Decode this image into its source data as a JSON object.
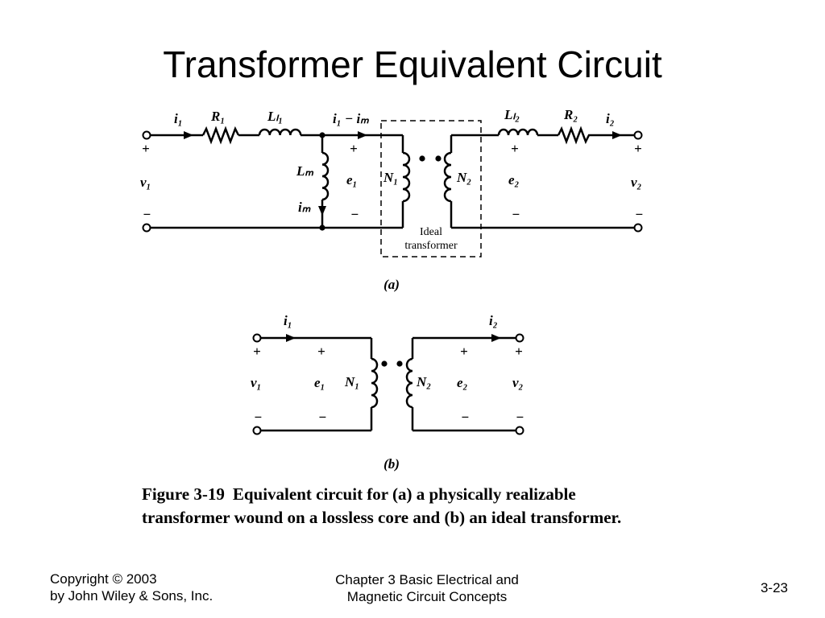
{
  "slide": {
    "title": "Transformer Equivalent Circuit"
  },
  "diagram_a": {
    "tag": "(a)",
    "labels": {
      "i1": "i₁",
      "R1": "R₁",
      "Ll1": "Lₗ₁",
      "i1_minus_im": "i₁ − iₘ",
      "Ll2": "Lₗ₂",
      "R2": "R₂",
      "i2": "i₂",
      "v1": "v₁",
      "v2": "v₂",
      "Lm": "Lₘ",
      "im": "iₘ",
      "e1": "e₁",
      "N1": "N₁",
      "N2": "N₂",
      "e2": "e₂",
      "plus": "+",
      "minus": "−",
      "ideal_line1": "Ideal",
      "ideal_line2": "transformer"
    }
  },
  "diagram_b": {
    "tag": "(b)",
    "labels": {
      "i1": "i₁",
      "i2": "i₂",
      "v1": "v₁",
      "e1": "e₁",
      "N1": "N₁",
      "N2": "N₂",
      "e2": "e₂",
      "v2": "v₂",
      "plus": "+",
      "minus": "−"
    }
  },
  "caption": {
    "figure_number": "Figure 3-19",
    "text": "Equivalent circuit for (a) a physically realizable transformer wound on a lossless core and (b) an ideal transformer."
  },
  "footer": {
    "copyright_line1": "Copyright © 2003",
    "copyright_line2": "by John Wiley & Sons, Inc.",
    "chapter_line1": "Chapter 3 Basic Electrical and",
    "chapter_line2": "Magnetic Circuit Concepts",
    "page": "3-23"
  }
}
